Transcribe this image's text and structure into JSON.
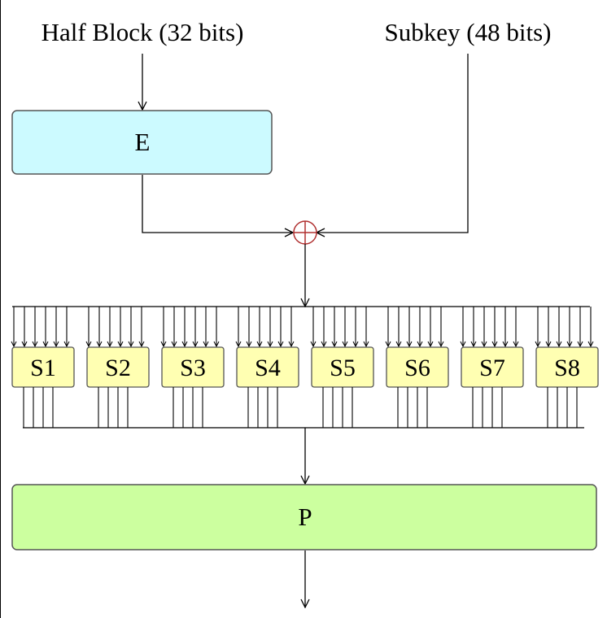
{
  "inputs": {
    "half_block": "Half Block (32 bits)",
    "subkey": "Subkey (48 bits)"
  },
  "blocks": {
    "expansion": {
      "label": "E",
      "fill": "#ccfaff"
    },
    "permutation": {
      "label": "P",
      "fill": "#ccff9f"
    }
  },
  "xor": {
    "symbol": "xor-circle-plus",
    "color": "#b03030"
  },
  "sboxes": {
    "fill": "#ffffb2",
    "labels": [
      "S1",
      "S2",
      "S3",
      "S4",
      "S5",
      "S6",
      "S7",
      "S8"
    ],
    "inputs_per_box": 6,
    "outputs_per_box": 4
  },
  "colors": {
    "line": "#000000",
    "box_border": "#555555"
  }
}
